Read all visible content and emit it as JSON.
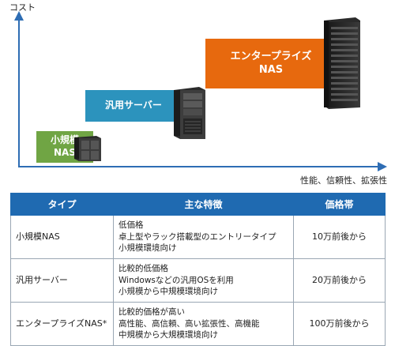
{
  "diagram": {
    "y_axis_label": "コスト",
    "x_axis_label": "性能、信頼性、拡張性",
    "tiers": [
      {
        "line1": "小規模",
        "line2": "NAS",
        "color": "#70a544"
      },
      {
        "line1": "汎用サーバー",
        "line2": "",
        "color": "#2c93bd"
      },
      {
        "line1": "エンタープライズ",
        "line2": "NAS",
        "color": "#e7690e"
      }
    ],
    "icons": [
      "nas-server-icon",
      "tower-server-icon",
      "rack-server-icon"
    ],
    "accent_color": "#2e6db4"
  },
  "table": {
    "headers": [
      "タイプ",
      "主な特徴",
      "価格帯"
    ],
    "header_color": "#1f6ab1",
    "rows": [
      {
        "type": "小規模NAS",
        "features": [
          "低価格",
          "卓上型やラック搭載型のエントリータイプ",
          "小規模環境向け"
        ],
        "price": "10万前後から"
      },
      {
        "type": "汎用サーバー",
        "features": [
          "比較的低価格",
          "Windowsなどの汎用OSを利用",
          "小規模から中規模環境向け"
        ],
        "price": "20万前後から"
      },
      {
        "type": "エンタープライズNAS*",
        "features": [
          "比較的価格が高い",
          "高性能、高信頼、高い拡張性、高機能",
          "中規模から大規模環境向け"
        ],
        "price": "100万前後から"
      }
    ]
  }
}
